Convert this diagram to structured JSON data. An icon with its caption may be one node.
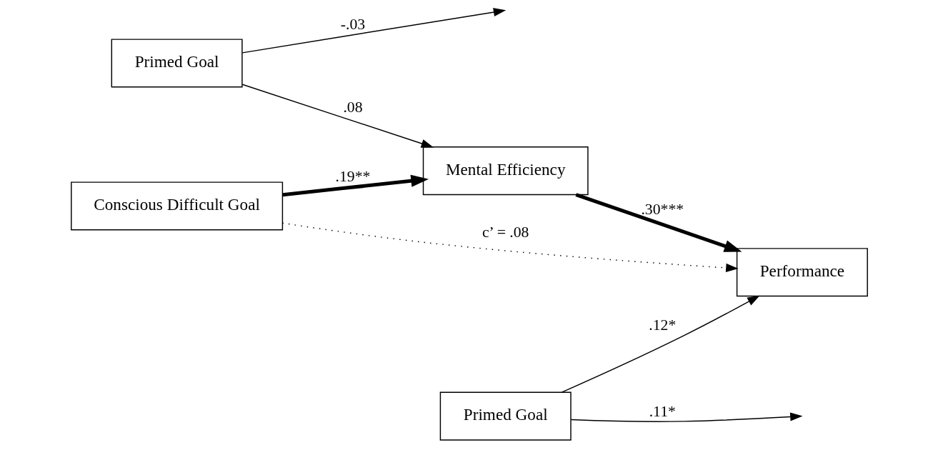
{
  "diagram": {
    "nodes": [
      {
        "text": [
          "Primed Goal"
        ]
      },
      {
        "text": [
          "Mental Efficiency"
        ]
      },
      {
        "text": [
          "Conscious Difficult Goal"
        ]
      },
      {
        "text": [
          "Performance"
        ]
      },
      {
        "text": [
          "Primed Goal"
        ]
      }
    ],
    "edges": [
      {
        "from": 0,
        "to": 1,
        "arrow": "to",
        "label": ".08"
      },
      {
        "from": 0,
        "to": null,
        "arrow": "to",
        "label": "-.03"
      },
      {
        "from": 2,
        "to": 1,
        "arrow": "to",
        "label": ".19**",
        "style": "thick"
      },
      {
        "from": 1,
        "to": 3,
        "arrow": "to",
        "label": ".30***",
        "style": "thick"
      },
      {
        "from": 2,
        "to": 3,
        "arrow": "to",
        "label": "c’ = .08",
        "style": "dashed"
      },
      {
        "from": 4,
        "to": null,
        "arrow": "to",
        "label": ".11*"
      },
      {
        "from": 4,
        "to": 3,
        "arrow": "to",
        "label": ".12*"
      }
    ]
  }
}
